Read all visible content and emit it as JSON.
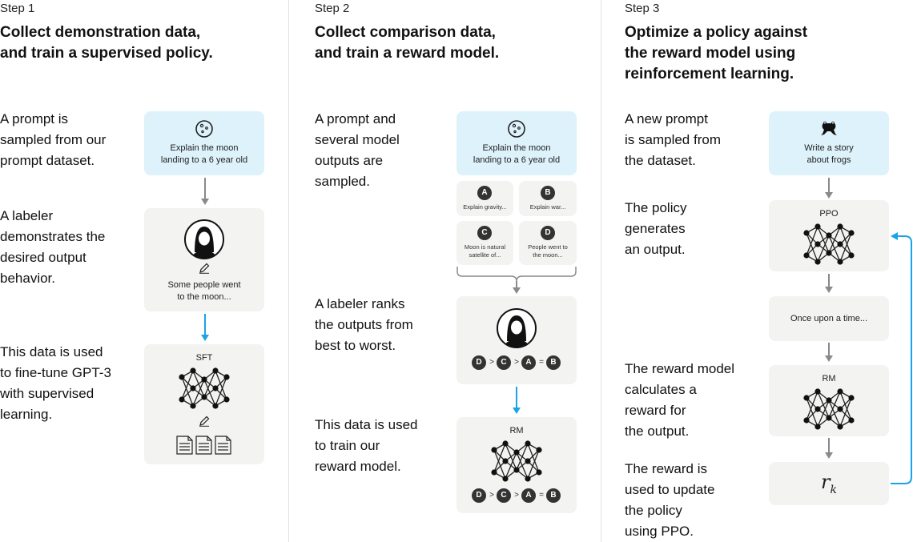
{
  "steps": [
    {
      "label": "Step 1",
      "title_line1": "Collect demonstration data,",
      "title_line2": "and train a supervised policy.",
      "desc1": [
        "A prompt is",
        "sampled from our",
        "prompt dataset."
      ],
      "desc2": [
        "A labeler",
        "demonstrates the",
        "desired output",
        "behavior."
      ],
      "desc3": [
        "This data is used",
        "to fine-tune GPT-3",
        "with supervised",
        "learning."
      ],
      "prompt_line1": "Explain the moon",
      "prompt_line2": "landing to a 6 year old",
      "demo_line1": "Some people went",
      "demo_line2": "to the moon...",
      "model_label": "SFT"
    },
    {
      "label": "Step 2",
      "title_line1": "Collect comparison data,",
      "title_line2": "and train a reward model.",
      "desc1": [
        "A prompt and",
        "several model",
        "outputs are",
        "sampled."
      ],
      "desc2": [
        "A labeler ranks",
        "the outputs from",
        "best to worst."
      ],
      "desc3": [
        "This data is used",
        "to train our",
        "reward model."
      ],
      "prompt_line1": "Explain the moon",
      "prompt_line2": "landing to a 6 year old",
      "outputs": [
        {
          "badge": "A",
          "line1": "Explain gravity...",
          "line2": ""
        },
        {
          "badge": "B",
          "line1": "Explain war...",
          "line2": ""
        },
        {
          "badge": "C",
          "line1": "Moon is natural",
          "line2": "satellite of..."
        },
        {
          "badge": "D",
          "line1": "People went to",
          "line2": "the moon..."
        }
      ],
      "ranking": [
        "D",
        ">",
        "C",
        ">",
        "A",
        "=",
        "B"
      ],
      "model_label": "RM"
    },
    {
      "label": "Step 3",
      "title_line1": "Optimize a policy against",
      "title_line2": "the reward model using",
      "title_line3": "reinforcement learning.",
      "desc1": [
        "A new prompt",
        "is sampled from",
        "the dataset."
      ],
      "desc2": [
        "The policy",
        "generates",
        "an output."
      ],
      "desc3": [
        "The reward model",
        "calculates a",
        "reward for",
        "the output."
      ],
      "desc4": [
        "The reward is",
        "used to update",
        "the policy",
        "using PPO."
      ],
      "prompt_line1": "Write a story",
      "prompt_line2": "about frogs",
      "policy_label": "PPO",
      "output_text": "Once upon a time...",
      "rm_label": "RM",
      "reward_symbol": "r",
      "reward_sub": "k"
    }
  ],
  "colors": {
    "prompt_box": "#ddf2fb",
    "gray_box": "#f3f3f2",
    "arrow_gray": "#8a8a8a",
    "arrow_blue": "#1aa3e8",
    "badge": "#333333"
  },
  "icons": [
    "moon-icon",
    "labeler-avatar-icon",
    "pencil-icon",
    "neural-network-icon",
    "document-icon",
    "frog-icon"
  ]
}
